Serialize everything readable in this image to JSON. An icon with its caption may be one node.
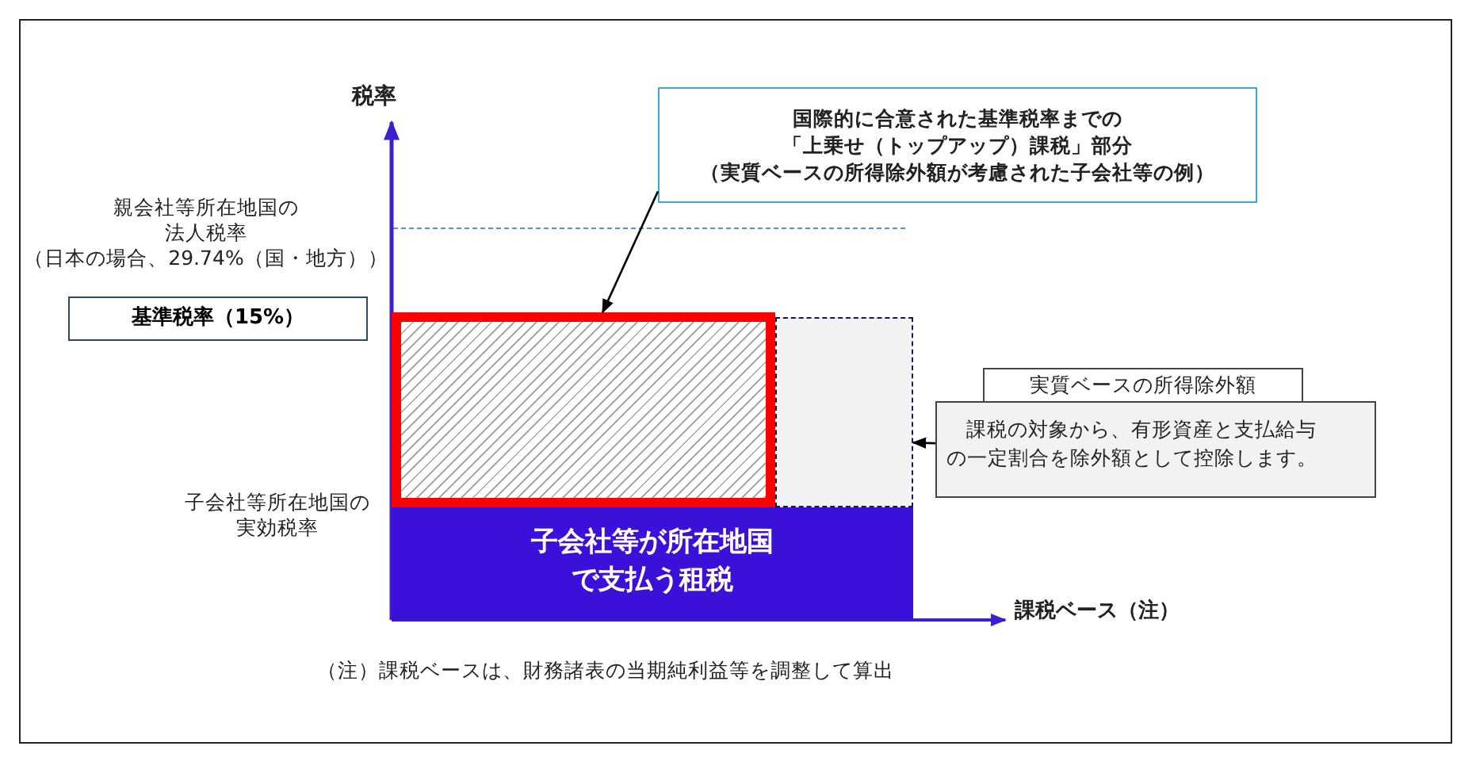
{
  "diagram": {
    "nodes": [
      {
        "text": [
          "国際的に合意された基準税率までの",
          "「上乗せ（トップアップ）課税」部分",
          "（実質ベースの所得除外額が考慮された子会社等の例）"
        ]
      },
      {
        "text": [],
        "shape": "box"
      },
      {
        "text": [],
        "shape": "box"
      },
      {
        "text": [
          "実質ベースの所得除外額",
          "課税の対象から、有形資産と支払給与の一定割合を除外額として控除します。"
        ]
      },
      {
        "text": [
          "子会社等が所在地国で支払う租税"
        ]
      },
      {
        "text": [
          "基準税率（15%）"
        ]
      }
    ],
    "edges": [
      {
        "from": 0,
        "to": 1,
        "arrow": "to"
      },
      {
        "from": 3,
        "to": 2,
        "arrow": "to"
      }
    ],
    "labels": [
      "税率",
      "親会社等所在地国の法人税率",
      "（日本の場合、29.74%（国・地方））",
      "子会社等所在地国の実効税率",
      "課税ベース（注）",
      "（注）課税ベースは、財務諸表の当期純利益等を調整して算出"
    ]
  }
}
